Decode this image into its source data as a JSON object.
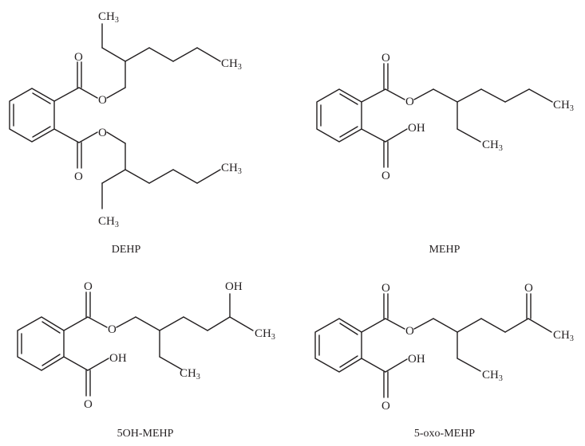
{
  "figure": {
    "molecules": [
      {
        "id": "dehp",
        "name": "DEHP",
        "atoms": [
          "O",
          "O",
          "O",
          "O",
          "CH3",
          "CH3",
          "CH3",
          "CH3"
        ]
      },
      {
        "id": "mehp",
        "name": "MEHP",
        "atoms": [
          "O",
          "O",
          "O",
          "OH",
          "CH3",
          "CH3"
        ]
      },
      {
        "id": "5oh-mehp",
        "name": "5OH-MEHP",
        "atoms": [
          "O",
          "O",
          "O",
          "OH",
          "OH",
          "CH3",
          "CH3"
        ]
      },
      {
        "id": "5-oxo-mehp",
        "name": "5-oxo-MEHP",
        "atoms": [
          "O",
          "O",
          "O",
          "OH",
          "O",
          "CH3",
          "CH3"
        ]
      }
    ],
    "labels": {
      "O": "O",
      "OH": "OH",
      "CH": "CH",
      "sub3": "3"
    }
  }
}
